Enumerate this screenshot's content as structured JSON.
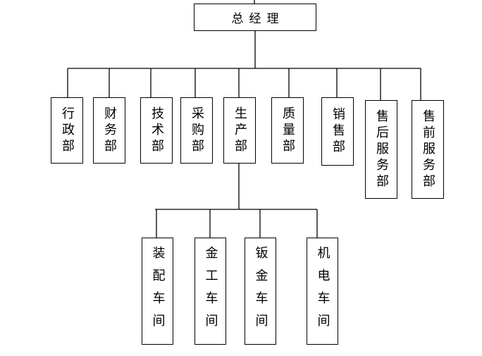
{
  "chart": {
    "top": {
      "label": "总经理"
    },
    "departments": [
      {
        "label": "行政部"
      },
      {
        "label": "财务部"
      },
      {
        "label": "技术部"
      },
      {
        "label": "采购部"
      },
      {
        "label": "生产部"
      },
      {
        "label": "质量部"
      },
      {
        "label": "销售部"
      },
      {
        "label": "售后服务部"
      },
      {
        "label": "售前服务部"
      }
    ],
    "workshops": [
      {
        "label": "装配车间"
      },
      {
        "label": "金工车间"
      },
      {
        "label": "钣金车间"
      },
      {
        "label": "机电车间"
      }
    ]
  }
}
